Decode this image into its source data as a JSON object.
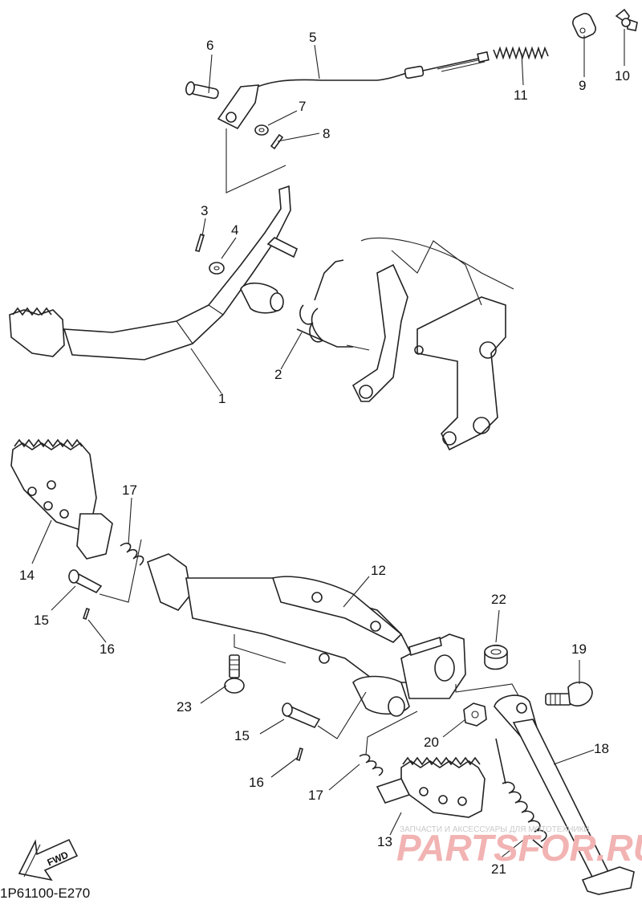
{
  "diagram": {
    "callouts": [
      {
        "id": "c1",
        "text": "1"
      },
      {
        "id": "c2",
        "text": "2"
      },
      {
        "id": "c3",
        "text": "3"
      },
      {
        "id": "c4",
        "text": "4"
      },
      {
        "id": "c5",
        "text": "5"
      },
      {
        "id": "c6",
        "text": "6"
      },
      {
        "id": "c7",
        "text": "7"
      },
      {
        "id": "c8",
        "text": "8"
      },
      {
        "id": "c9",
        "text": "9"
      },
      {
        "id": "c10",
        "text": "10"
      },
      {
        "id": "c11",
        "text": "11"
      },
      {
        "id": "c12",
        "text": "12"
      },
      {
        "id": "c13",
        "text": "13"
      },
      {
        "id": "c14",
        "text": "14"
      },
      {
        "id": "c15a",
        "text": "15"
      },
      {
        "id": "c15b",
        "text": "15"
      },
      {
        "id": "c16a",
        "text": "16"
      },
      {
        "id": "c16b",
        "text": "16"
      },
      {
        "id": "c17a",
        "text": "17"
      },
      {
        "id": "c17b",
        "text": "17"
      },
      {
        "id": "c18",
        "text": "18"
      },
      {
        "id": "c19",
        "text": "19"
      },
      {
        "id": "c20",
        "text": "20"
      },
      {
        "id": "c21",
        "text": "21"
      },
      {
        "id": "c22",
        "text": "22"
      },
      {
        "id": "c23",
        "text": "23"
      }
    ],
    "direction_label": "FWD",
    "drawing_code": "1P61100-E270"
  },
  "watermark": {
    "tagline": "ЗАПЧАСТИ И АКСЕССУАРЫ ДЛЯ МОТОТЕХНИКИ",
    "brand": "PARTSFOR.RU"
  }
}
